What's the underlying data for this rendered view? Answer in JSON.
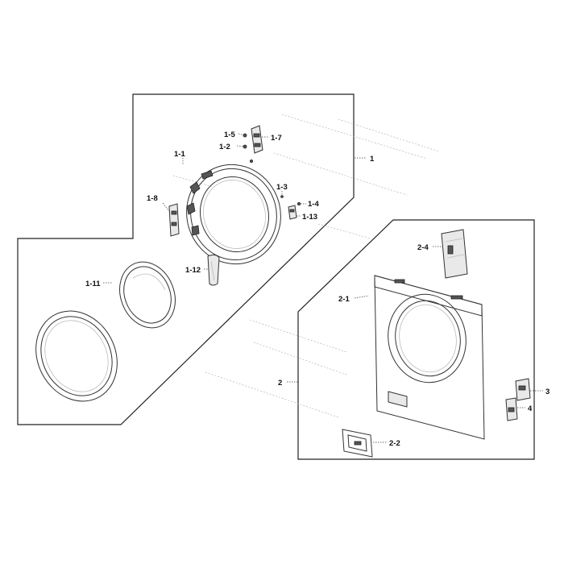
{
  "callouts": {
    "c1": "1",
    "c1_1": "1-1",
    "c1_2": "1-2",
    "c1_3": "1-3",
    "c1_4": "1-4",
    "c1_5": "1-5",
    "c1_7": "1-7",
    "c1_8": "1-8",
    "c1_11": "1-11",
    "c1_12": "1-12",
    "c1_13": "1-13",
    "c2": "2",
    "c2_1": "2-1",
    "c2_2": "2-2",
    "c2_4": "2-4",
    "c3": "3",
    "c4": "4"
  }
}
